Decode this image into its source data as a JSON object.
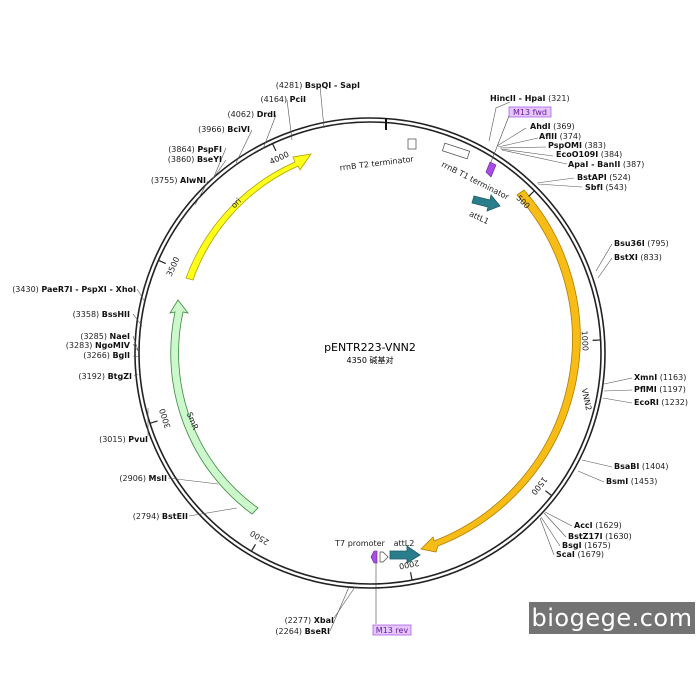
{
  "plasmid": {
    "name": "pENTR223-VNN2",
    "length_label": "4350 碱基对",
    "length_bp": 4350
  },
  "watermark": "biogege.com",
  "ticks": [
    {
      "bp": 500,
      "label": "500"
    },
    {
      "bp": 1000,
      "label": "1000"
    },
    {
      "bp": 1500,
      "label": "1500"
    },
    {
      "bp": 2000,
      "label": "2000"
    },
    {
      "bp": 2500,
      "label": "2500"
    },
    {
      "bp": 3000,
      "label": "3000"
    },
    {
      "bp": 3500,
      "label": "3500"
    },
    {
      "bp": 4000,
      "label": "4000"
    }
  ],
  "sites": [
    {
      "name": "HincII - HpaI",
      "pos": "(321)",
      "side": "right"
    },
    {
      "name": "AhdI",
      "pos": "(369)",
      "side": "right"
    },
    {
      "name": "AflII",
      "pos": "(374)",
      "side": "right"
    },
    {
      "name": "PspOMI",
      "pos": "(383)",
      "side": "right"
    },
    {
      "name": "EcoO109I",
      "pos": "(384)",
      "side": "right"
    },
    {
      "name": "ApaI - BanII",
      "pos": "(387)",
      "side": "right"
    },
    {
      "name": "BstAPI",
      "pos": "(524)",
      "side": "right"
    },
    {
      "name": "SbfI",
      "pos": "(543)",
      "side": "right"
    },
    {
      "name": "Bsu36I",
      "pos": "(795)",
      "side": "right"
    },
    {
      "name": "BstXI",
      "pos": "(833)",
      "side": "right"
    },
    {
      "name": "XmnI",
      "pos": "(1163)",
      "side": "right"
    },
    {
      "name": "PflMI",
      "pos": "(1197)",
      "side": "right"
    },
    {
      "name": "EcoRI",
      "pos": "(1232)",
      "side": "right"
    },
    {
      "name": "BsaBI",
      "pos": "(1404)",
      "side": "right"
    },
    {
      "name": "BsmI",
      "pos": "(1453)",
      "side": "right"
    },
    {
      "name": "AccI",
      "pos": "(1629)",
      "side": "right"
    },
    {
      "name": "BstZ17I",
      "pos": "(1630)",
      "side": "right"
    },
    {
      "name": "BsgI",
      "pos": "(1675)",
      "side": "right"
    },
    {
      "name": "ScaI",
      "pos": "(1679)",
      "side": "right"
    },
    {
      "name": "XbaI",
      "pos": "(2277)",
      "side": "left"
    },
    {
      "name": "BseRI",
      "pos": "(2264)",
      "side": "left"
    },
    {
      "name": "BstEII",
      "pos": "(2794)",
      "side": "left"
    },
    {
      "name": "MslI",
      "pos": "(2906)",
      "side": "left"
    },
    {
      "name": "PvuI",
      "pos": "(3015)",
      "side": "left"
    },
    {
      "name": "BtgZI",
      "pos": "(3192)",
      "side": "left"
    },
    {
      "name": "BglI",
      "pos": "(3266)",
      "side": "left"
    },
    {
      "name": "NgoMIV",
      "pos": "(3283)",
      "side": "left"
    },
    {
      "name": "NaeI",
      "pos": "(3285)",
      "side": "left"
    },
    {
      "name": "BssHII",
      "pos": "(3358)",
      "side": "left"
    },
    {
      "name": "PaeR7I - PspXI - XhoI",
      "pos": "(3430)",
      "side": "left"
    },
    {
      "name": "AlwNI",
      "pos": "(3755)",
      "side": "left"
    },
    {
      "name": "BseYI",
      "pos": "(3860)",
      "side": "left"
    },
    {
      "name": "PspFI",
      "pos": "(3864)",
      "side": "left"
    },
    {
      "name": "BciVI",
      "pos": "(3966)",
      "side": "left"
    },
    {
      "name": "DrdI",
      "pos": "(4062)",
      "side": "left"
    },
    {
      "name": "PciI",
      "pos": "(4164)",
      "side": "left"
    },
    {
      "name": "BspQI - SapI",
      "pos": "(4281)",
      "side": "left"
    }
  ],
  "features": [
    {
      "name": "VNN2",
      "type": "cds",
      "color": "#f7bd16"
    },
    {
      "name": "SmR",
      "type": "cds",
      "color": "#cdf7cd"
    },
    {
      "name": "ori",
      "type": "origin",
      "color": "#ffff1a"
    },
    {
      "name": "attL1",
      "type": "recombination",
      "color": "#2a7e8c"
    },
    {
      "name": "attL2",
      "type": "recombination",
      "color": "#2a7e8c"
    },
    {
      "name": "M13 fwd",
      "type": "primer",
      "color": "#a64de6"
    },
    {
      "name": "M13 rev",
      "type": "primer",
      "color": "#a64de6"
    },
    {
      "name": "rrnB T1 terminator",
      "type": "terminator",
      "color": "#ffffff"
    },
    {
      "name": "rrnB T2 terminator",
      "type": "terminator",
      "color": "#ffffff"
    },
    {
      "name": "T7 promoter",
      "type": "promoter",
      "color": "#ffffff"
    }
  ]
}
